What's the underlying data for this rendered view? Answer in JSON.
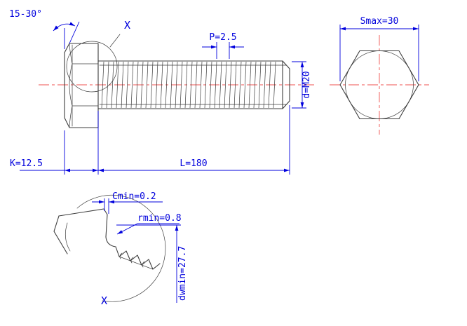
{
  "side_view": {
    "chamfer_angle": "15-30°",
    "detail_marker": "X",
    "thread_pitch": "P=2.5",
    "thread_diameter": "d=M20",
    "head_height": "K=12.5",
    "shank_length": "L=180"
  },
  "end_view": {
    "width_across_flats": "Smax=30"
  },
  "detail_view": {
    "washer_face_chamfer": "Cmin=0.2",
    "underhead_fillet": "rmin=0.8",
    "washer_face_diameter": "dwmin=27.7",
    "detail_marker": "X"
  },
  "colors": {
    "dimension_blue": "#0000dd",
    "outline_gray": "#3c3c3c",
    "centerline_red": "#ef5350",
    "background": "#ffffff"
  }
}
